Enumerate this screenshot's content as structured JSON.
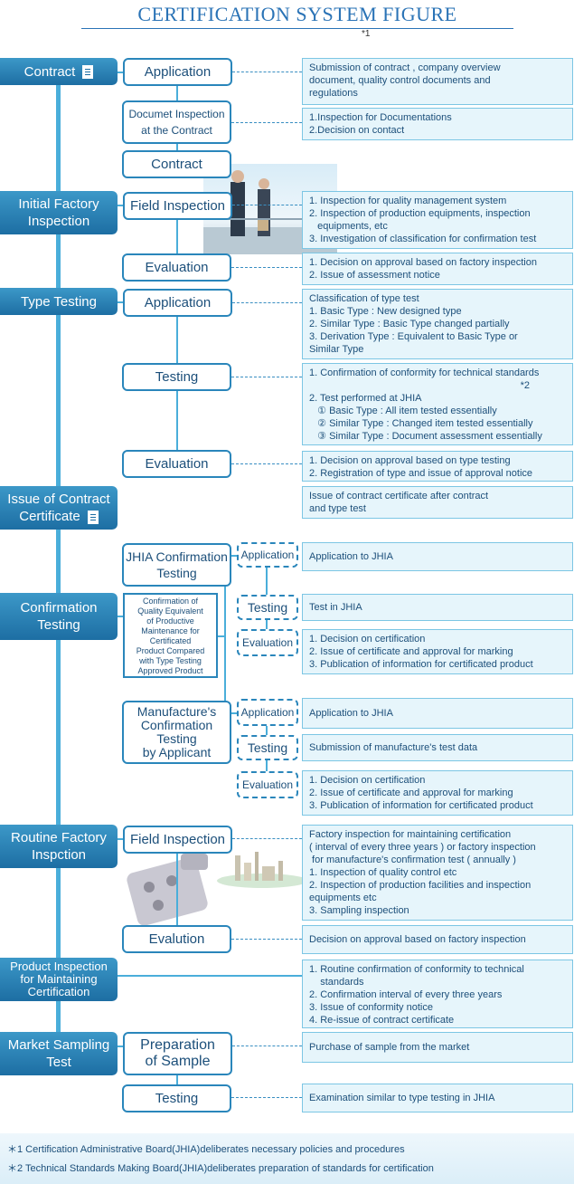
{
  "title": "CERTIFICATION SYSTEM FIGURE",
  "title_note": "*1",
  "stages": {
    "contract": "Contract",
    "initial_factory": [
      "Initial Factory",
      "Inspection"
    ],
    "type_testing": "Type Testing",
    "issue_certificate": [
      "Issue of Contract",
      "Certificate"
    ],
    "confirmation_testing": [
      "Confirmation",
      "Testing"
    ],
    "routine_factory": [
      "Routine Factory",
      "Inspction"
    ],
    "product_inspection": [
      "Product Inspection",
      "for Maintaining",
      "Certification"
    ],
    "market_sampling": [
      "Market Sampling",
      "Test"
    ]
  },
  "steps": {
    "application": "Application",
    "doc_inspection": [
      "Documet Inspection",
      "at the Contract"
    ],
    "contract": "Contract",
    "field_inspection": "Field Inspection",
    "evaluation": "Evaluation",
    "testing": "Testing",
    "jhia_confirmation": [
      "JHIA Confirmation",
      "Testing"
    ],
    "quality_box": [
      "Confirmation of",
      "Quality Equivalent",
      "of Productive",
      "Maintenance for",
      "Certificated",
      "Product Compared",
      "with Type Testing",
      "Approved Product"
    ],
    "manufacture_confirmation": [
      "Manufacture's",
      "Confirmation",
      "Testing",
      "by Applicant"
    ],
    "evalution": "Evalution",
    "preparation": [
      "Preparation",
      "of Sample"
    ]
  },
  "descriptions": {
    "contract_application": [
      "Submission of contract , company overview",
      "document, quality control documents and",
      "regulations"
    ],
    "doc_inspection": [
      "1.Inspection for Documentations",
      "2.Decision on contact"
    ],
    "field_inspection": [
      "1. Inspection for quality management system",
      "2. Inspection of production equipments, inspection",
      "   equipments, etc",
      "3. Investigation of classification for confirmation test"
    ],
    "initial_evaluation": [
      "1. Decision on approval based on factory inspection",
      "2. Issue of assessment notice"
    ],
    "type_application": [
      "Classification of type test",
      "1. Basic Type : New designed type",
      "2. Similar Type : Basic Type changed partially",
      "3. Derivation Type : Equivalent to Basic Type or",
      "Similar Type"
    ],
    "type_testing": [
      "1. Confirmation of conformity for technical standards",
      "*2",
      "2. Test performed at JHIA",
      "   ① Basic Type : All item tested essentially",
      "   ② Similar Type : Changed item tested essentially",
      "   ③ Similar Type : Document assessment essentially"
    ],
    "type_evaluation": [
      "1. Decision on approval based on type testing",
      "2. Registration of type and issue of approval notice"
    ],
    "issue_certificate": [
      "Issue of contract certificate after contract",
      "and type test"
    ],
    "jhia_application": [
      "Application to JHIA"
    ],
    "jhia_testing": [
      "Test in JHIA"
    ],
    "jhia_evaluation": [
      "1. Decision on certification",
      "2. Issue of certificate and approval for marking",
      "3. Publication of information for certificated product"
    ],
    "manu_application": [
      "Application to JHIA"
    ],
    "manu_testing": [
      "Submission of manufacture's test data"
    ],
    "manu_evaluation": [
      "1. Decision on certification",
      "2. Issue of certificate and approval for marking",
      "3. Publication of information for certificated product"
    ],
    "routine_field": [
      "Factory inspection for maintaining certification",
      "( interval of every three years ) or factory inspection",
      " for manufacture's confirmation test ( annually )",
      "1. Inspection of quality control etc",
      "2. Inspection of production facilities and inspection",
      "equipments etc",
      "3. Sampling inspection"
    ],
    "routine_evaluation": [
      "Decision on approval based on factory inspection"
    ],
    "product_inspection": [
      "1. Routine confirmation of conformity to technical",
      "    standards",
      "2. Confirmation interval of every three years",
      "3. Issue of conformity notice",
      "4. Re-issue of contract certificate"
    ],
    "market_preparation": [
      "Purchase of sample from the market"
    ],
    "market_testing": [
      "Examination similar to type testing in JHIA"
    ]
  },
  "footnotes": [
    "＊1   Certification Administrative Board(JHIA)deliberates necessary policies and procedures",
    "＊2   Technical Standards Making Board(JHIA)deliberates preparation of standards for certification"
  ],
  "icons": [
    "document-icon",
    "business-people-photo",
    "factory-parts-photo"
  ],
  "colors": {
    "accent": "#2a86bb",
    "stage": "#1d6ea3",
    "desc_bg": "#e6f5fb"
  }
}
